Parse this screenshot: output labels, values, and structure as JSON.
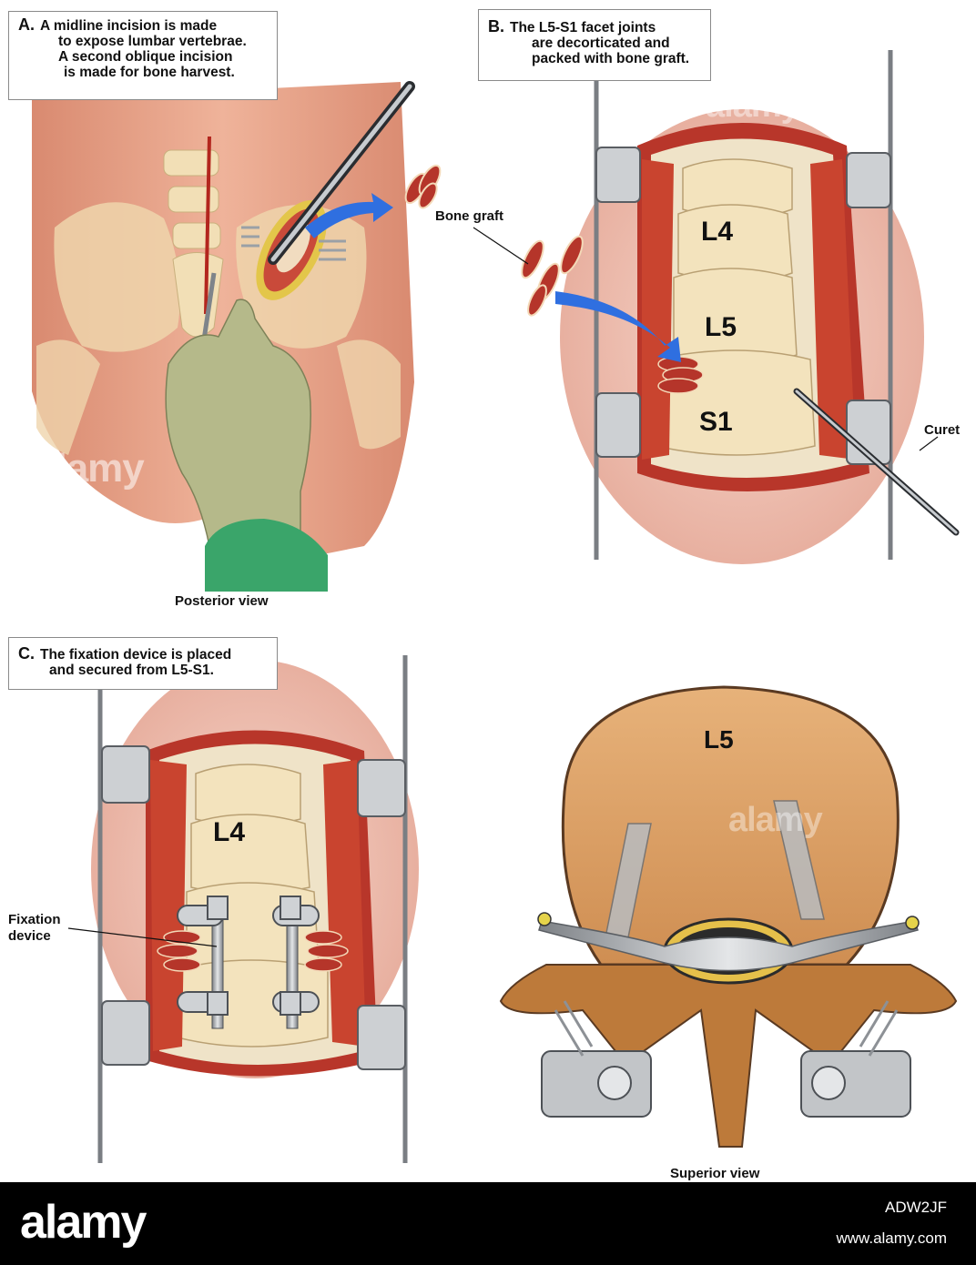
{
  "panels": {
    "a": {
      "letter": "A.",
      "lines": [
        "A midline incision is made",
        "to expose lumbar vertebrae.",
        "A second oblique incision",
        "is made for bone harvest."
      ],
      "view_label": "Posterior view",
      "bone_graft_label": "Bone graft"
    },
    "b": {
      "letter": "B.",
      "lines": [
        "The L5-S1 facet joints",
        "are decorticated and",
        "packed with bone graft."
      ],
      "vertebra_labels": [
        "L4",
        "L5",
        "S1"
      ],
      "curet_label": "Curet"
    },
    "c": {
      "letter": "C.",
      "lines": [
        "The fixation device is placed",
        "and secured from L5-S1."
      ],
      "vertebra_label": "L4",
      "fixation_label_lines": [
        "Fixation",
        "device"
      ]
    },
    "d": {
      "vertebra_label": "L5",
      "view_label": "Superior view"
    }
  },
  "watermark": "alamy",
  "footer": {
    "logo": "alamy",
    "image_id": "ADW2JF",
    "site": "www.alamy.com"
  },
  "colors": {
    "skin": "#e8a58a",
    "bone": "#f0e0b8",
    "muscle": "#c8402f",
    "tissue": "#f3c7b8",
    "metal": "#a8acb0",
    "glove": "#b5b98a",
    "gown": "#3aa56a",
    "arrow": "#2f6fe0"
  }
}
